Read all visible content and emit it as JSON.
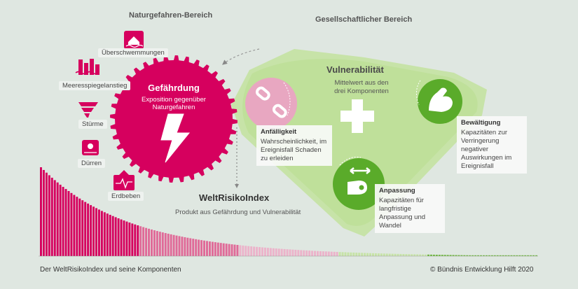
{
  "titles": {
    "hazard_area": "Naturgefahren-Bereich",
    "social_area": "Gesellschaftlicher Bereich"
  },
  "hazards": [
    {
      "label": "Überschwemmungen",
      "icon": "flood-icon"
    },
    {
      "label": "Meeresspiegelanstieg",
      "icon": "sea-level-rise-icon"
    },
    {
      "label": "Stürme",
      "icon": "storm-icon"
    },
    {
      "label": "Dürren",
      "icon": "drought-icon"
    },
    {
      "label": "Erdbeben",
      "icon": "earthquake-icon"
    }
  ],
  "exposure": {
    "title": "Gefährdung",
    "subtitle": "Exposition gegenüber Naturgefahren"
  },
  "vulnerability": {
    "title": "Vulnerabilität",
    "subtitle": "Mittelwert aus den drei Komponenten"
  },
  "components": {
    "susceptibility": {
      "title": "Anfälligkeit",
      "text": "Wahrscheinlichkeit, im Ereignisfall Schaden zu erleiden",
      "icon": "broken-chain-icon"
    },
    "coping": {
      "title": "Bewältigung",
      "text": "Kapazitäten zur Verringerung negativer Auswirkungen im Ereignisfall",
      "icon": "flexed-arm-icon"
    },
    "adaptation": {
      "title": "Anpassung",
      "text": "Kapazitäten für langfristige Anpassung und Wandel",
      "icon": "hand-arrows-icon"
    }
  },
  "index": {
    "title": "WeltRisikoIndex",
    "subtitle": "Produkt aus Gefährdung und Vulnerabilität"
  },
  "footer": {
    "left": "Der WeltRisikoIndex und seine Komponenten",
    "right": "© Bündnis Entwicklung Hilft 2020"
  },
  "colors": {
    "magenta": "#d6005e",
    "pink": "#e8a7c1",
    "light_green": "#bfe09a",
    "green": "#5aab2a",
    "background": "#dfe7e1"
  }
}
